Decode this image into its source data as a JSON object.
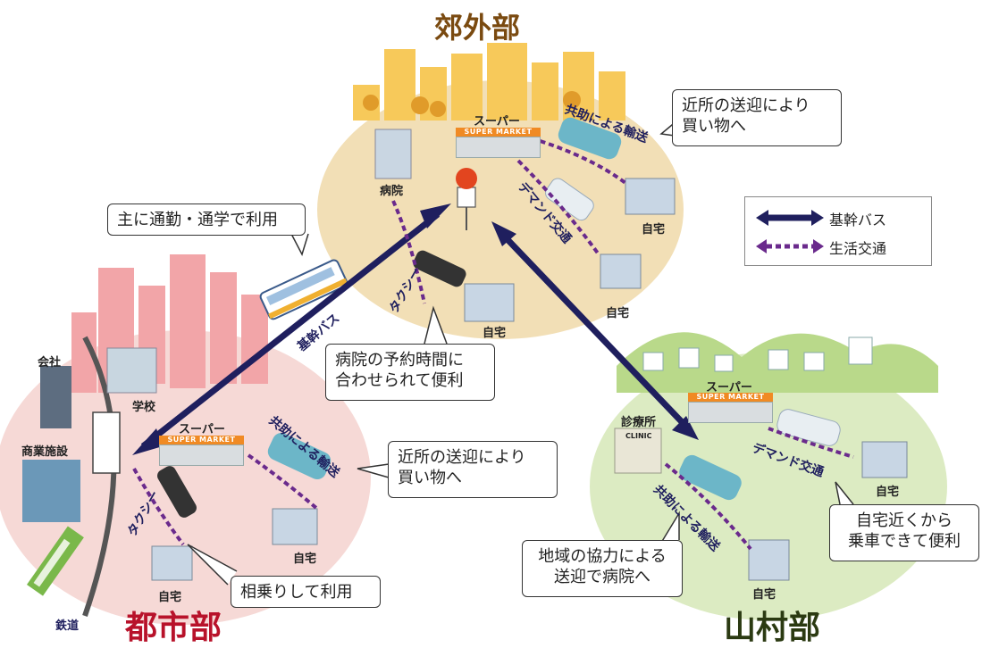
{
  "regions": {
    "suburb": {
      "title": "郊外部",
      "color": "#7a4a10"
    },
    "city": {
      "title": "都市部",
      "color": "#b8122a"
    },
    "mountain": {
      "title": "山村部",
      "color": "#2b3a12"
    }
  },
  "legend": {
    "trunk_bus": "基幹バス",
    "local_transport": "生活交通"
  },
  "colors": {
    "trunk": "#1f1f5e",
    "local": "#6a2a8c",
    "suburb_bg": "#f2dfb6",
    "city_bg": "#f6d9d6",
    "mountain_bg": "#dcebc2"
  },
  "callouts": {
    "suburb_pickup": "近所の送迎により\n買い物へ",
    "commute": "主に通勤・通学で利用",
    "hospital_time": "病院の予約時間に\n合わせられて便利",
    "city_pickup": "近所の送迎により\n買い物へ",
    "rideshare": "相乗りして利用",
    "near_home": "自宅近くから\n乗車できて便利",
    "community": "地域の協力による\n送迎で病院へ"
  },
  "labels": {
    "supermarket": "スーパー",
    "supermarket_sign": "SUPER MARKET",
    "hospital": "病院",
    "home": "自宅",
    "company": "会社",
    "commercial": "商業施設",
    "school": "学校",
    "clinic": "診療所",
    "clinic_sign": "CLINIC",
    "railway": "鉄道"
  },
  "routes": {
    "kyodo": "共助による輸送",
    "demand": "デマンド交通",
    "taxi": "タクシー",
    "trunk_bus": "基幹バス"
  }
}
